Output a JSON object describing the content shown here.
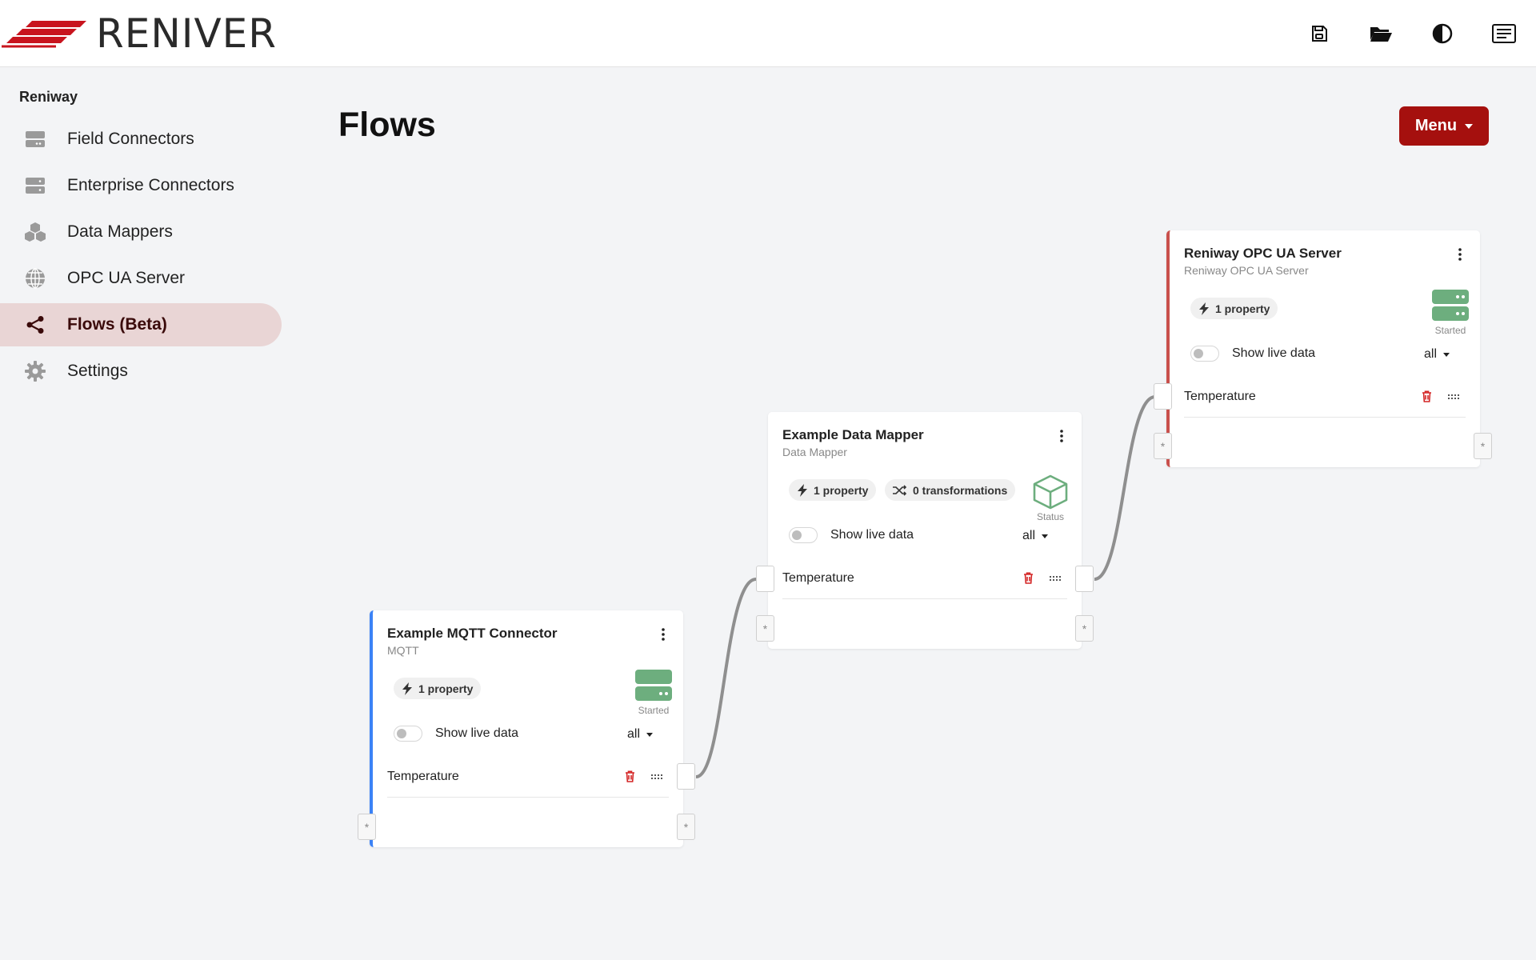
{
  "brand": {
    "name": "RENIVER",
    "accent": "#a5100e"
  },
  "header": {
    "icons": [
      {
        "name": "save-icon"
      },
      {
        "name": "folder-open-icon"
      },
      {
        "name": "contrast-icon"
      },
      {
        "name": "notes-icon"
      }
    ]
  },
  "sidebar": {
    "group_label": "Reniway",
    "items": [
      {
        "label": "Field Connectors",
        "icon": "server-icon",
        "active": false
      },
      {
        "label": "Enterprise Connectors",
        "icon": "server-icon",
        "active": false
      },
      {
        "label": "Data Mappers",
        "icon": "boxes-icon",
        "active": false
      },
      {
        "label": "OPC UA Server",
        "icon": "globe-icon",
        "active": false
      },
      {
        "label": "Flows (Beta)",
        "icon": "share-icon",
        "active": true
      },
      {
        "label": "Settings",
        "icon": "gear-icon",
        "active": false
      }
    ]
  },
  "page": {
    "title": "Flows",
    "menu_label": "Menu"
  },
  "nodes": {
    "mqtt": {
      "title": "Example MQTT Connector",
      "subtitle": "MQTT",
      "property_count": "1 property",
      "status": "Started",
      "live_label": "Show live data",
      "filter": "all",
      "property": "Temperature",
      "port_label": "*",
      "accent": "#3b82f6"
    },
    "mapper": {
      "title": "Example Data Mapper",
      "subtitle": "Data Mapper",
      "property_count": "1 property",
      "transformations": "0 transformations",
      "status": "Status",
      "live_label": "Show live data",
      "filter": "all",
      "property": "Temperature",
      "port_label": "*"
    },
    "opc": {
      "title": "Reniway OPC UA Server",
      "subtitle": "Reniway OPC UA Server",
      "property_count": "1 property",
      "status": "Started",
      "live_label": "Show live data",
      "filter": "all",
      "property": "Temperature",
      "port_label": "*",
      "accent": "#c9504c"
    }
  },
  "colors": {
    "status_green": "#6dae7e",
    "active_nav": "#e9d5d5",
    "trash_red": "#d42525"
  }
}
